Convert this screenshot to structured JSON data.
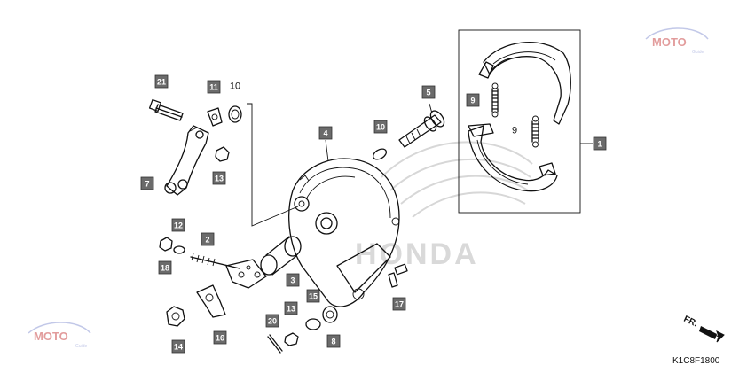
{
  "diagram_code": "K1C8F1800",
  "direction_label": "FR.",
  "watermark_brand": "HONDA",
  "watermark_logo": "MOTO",
  "watermark_logo_sub": "Guide",
  "parts": [
    {
      "id": "p1",
      "number": "1",
      "boxed": true
    },
    {
      "id": "p2",
      "number": "2",
      "boxed": true
    },
    {
      "id": "p3",
      "number": "3",
      "boxed": true
    },
    {
      "id": "p4",
      "number": "4",
      "boxed": true
    },
    {
      "id": "p5",
      "number": "5",
      "boxed": true
    },
    {
      "id": "p7",
      "number": "7",
      "boxed": true
    },
    {
      "id": "p8",
      "number": "8",
      "boxed": true
    },
    {
      "id": "p9a",
      "number": "9",
      "boxed": true
    },
    {
      "id": "p9b",
      "number": "9",
      "boxed": false
    },
    {
      "id": "p10a",
      "number": "10",
      "boxed": false
    },
    {
      "id": "p10b",
      "number": "10",
      "boxed": true
    },
    {
      "id": "p11",
      "number": "11",
      "boxed": true
    },
    {
      "id": "p12",
      "number": "12",
      "boxed": true
    },
    {
      "id": "p13a",
      "number": "13",
      "boxed": true
    },
    {
      "id": "p13b",
      "number": "13",
      "boxed": true
    },
    {
      "id": "p14",
      "number": "14",
      "boxed": true
    },
    {
      "id": "p15",
      "number": "15",
      "boxed": true
    },
    {
      "id": "p16",
      "number": "16",
      "boxed": true
    },
    {
      "id": "p17",
      "number": "17",
      "boxed": true
    },
    {
      "id": "p18",
      "number": "18",
      "boxed": true
    },
    {
      "id": "p20",
      "number": "20",
      "boxed": true
    },
    {
      "id": "p21",
      "number": "21",
      "boxed": true
    }
  ]
}
